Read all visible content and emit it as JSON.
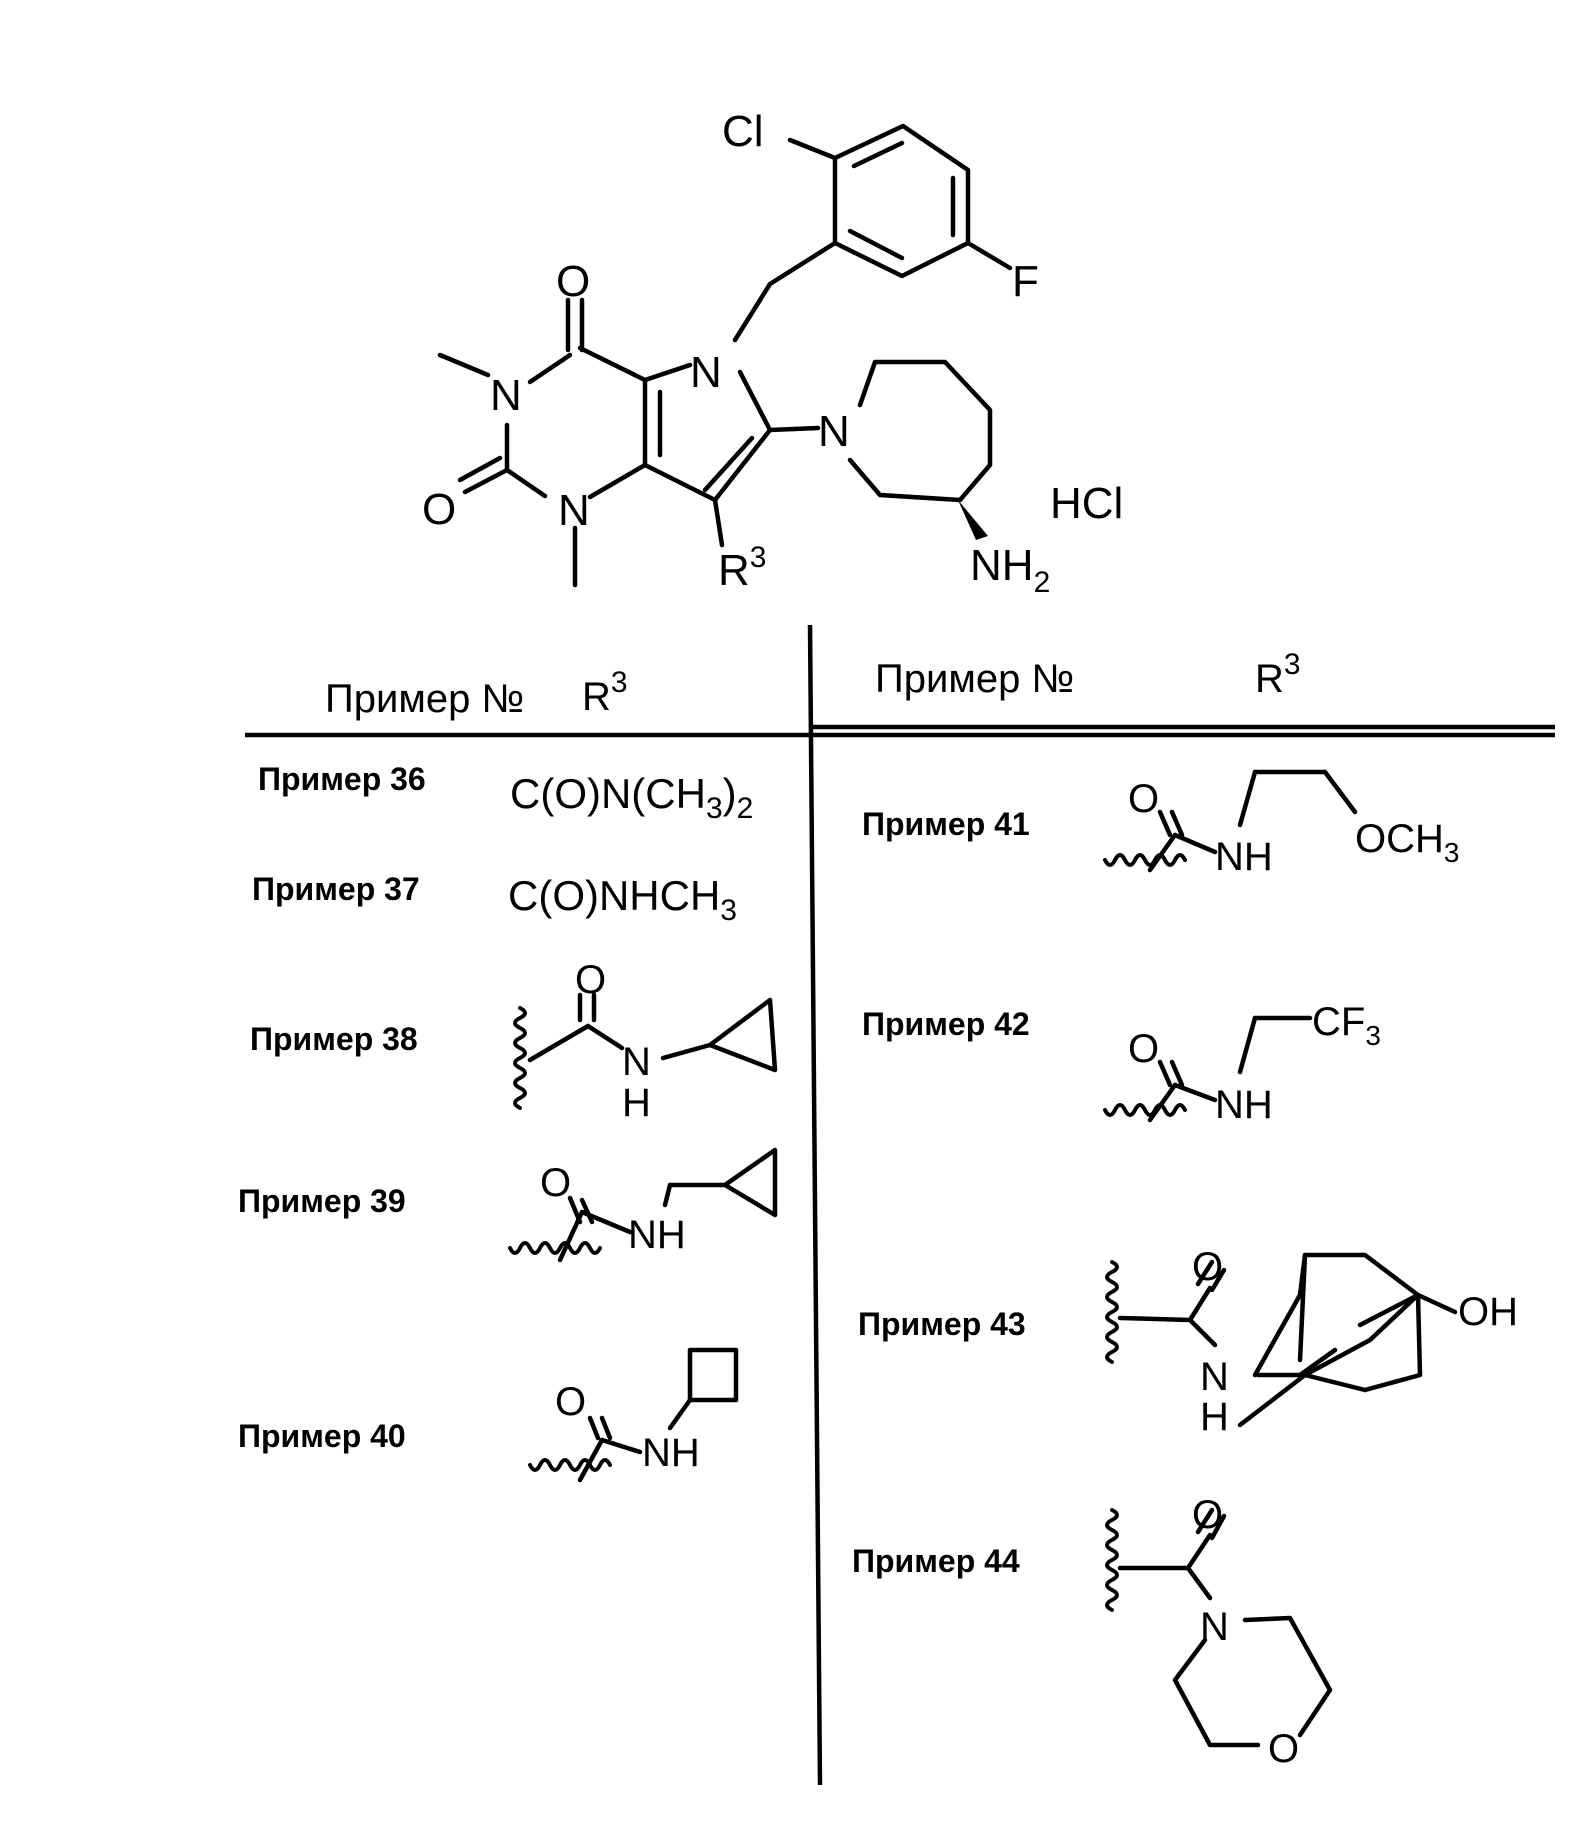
{
  "core": {
    "labels": {
      "cl": "Cl",
      "f": "F",
      "o_top": "O",
      "o_left": "O",
      "n_imid": "N",
      "n_left": "N",
      "n_bottom": "N",
      "n_pip": "N",
      "r": "R",
      "r_sup": "3",
      "hcl": "HCl",
      "nh": "NH",
      "nh_sub": "2"
    }
  },
  "table": {
    "left_header_example": "Пример №",
    "left_header_r": "R",
    "left_header_r_sup": "3",
    "right_header_example": "Пример №",
    "right_header_r": "R",
    "right_header_r_sup": "3"
  },
  "examples": {
    "ex36": {
      "label": "Пример 36",
      "f1": "C(O)N(CH",
      "f2": "3",
      "f3": ")",
      "f4": "2"
    },
    "ex37": {
      "label": "Пример 37",
      "f1": "C(O)NHCH",
      "f2": "3"
    },
    "ex38": {
      "label": "Пример 38",
      "o": "O",
      "n": "N",
      "h": "H"
    },
    "ex39": {
      "label": "Пример 39",
      "o": "O",
      "nh": "NH"
    },
    "ex40": {
      "label": "Пример 40",
      "o": "O",
      "nh": "NH"
    },
    "ex41": {
      "label": "Пример 41",
      "o": "O",
      "nh": "NH",
      "och": "OCH",
      "och_sub": "3"
    },
    "ex42": {
      "label": "Пример 42",
      "o": "O",
      "nh": "NH",
      "cf": "CF",
      "cf_sub": "3"
    },
    "ex43": {
      "label": "Пример 43",
      "o": "O",
      "n": "N",
      "h": "H",
      "oh": "OH"
    },
    "ex44": {
      "label": "Пример 44",
      "o": "O",
      "n": "N",
      "o_ring": "O"
    }
  }
}
